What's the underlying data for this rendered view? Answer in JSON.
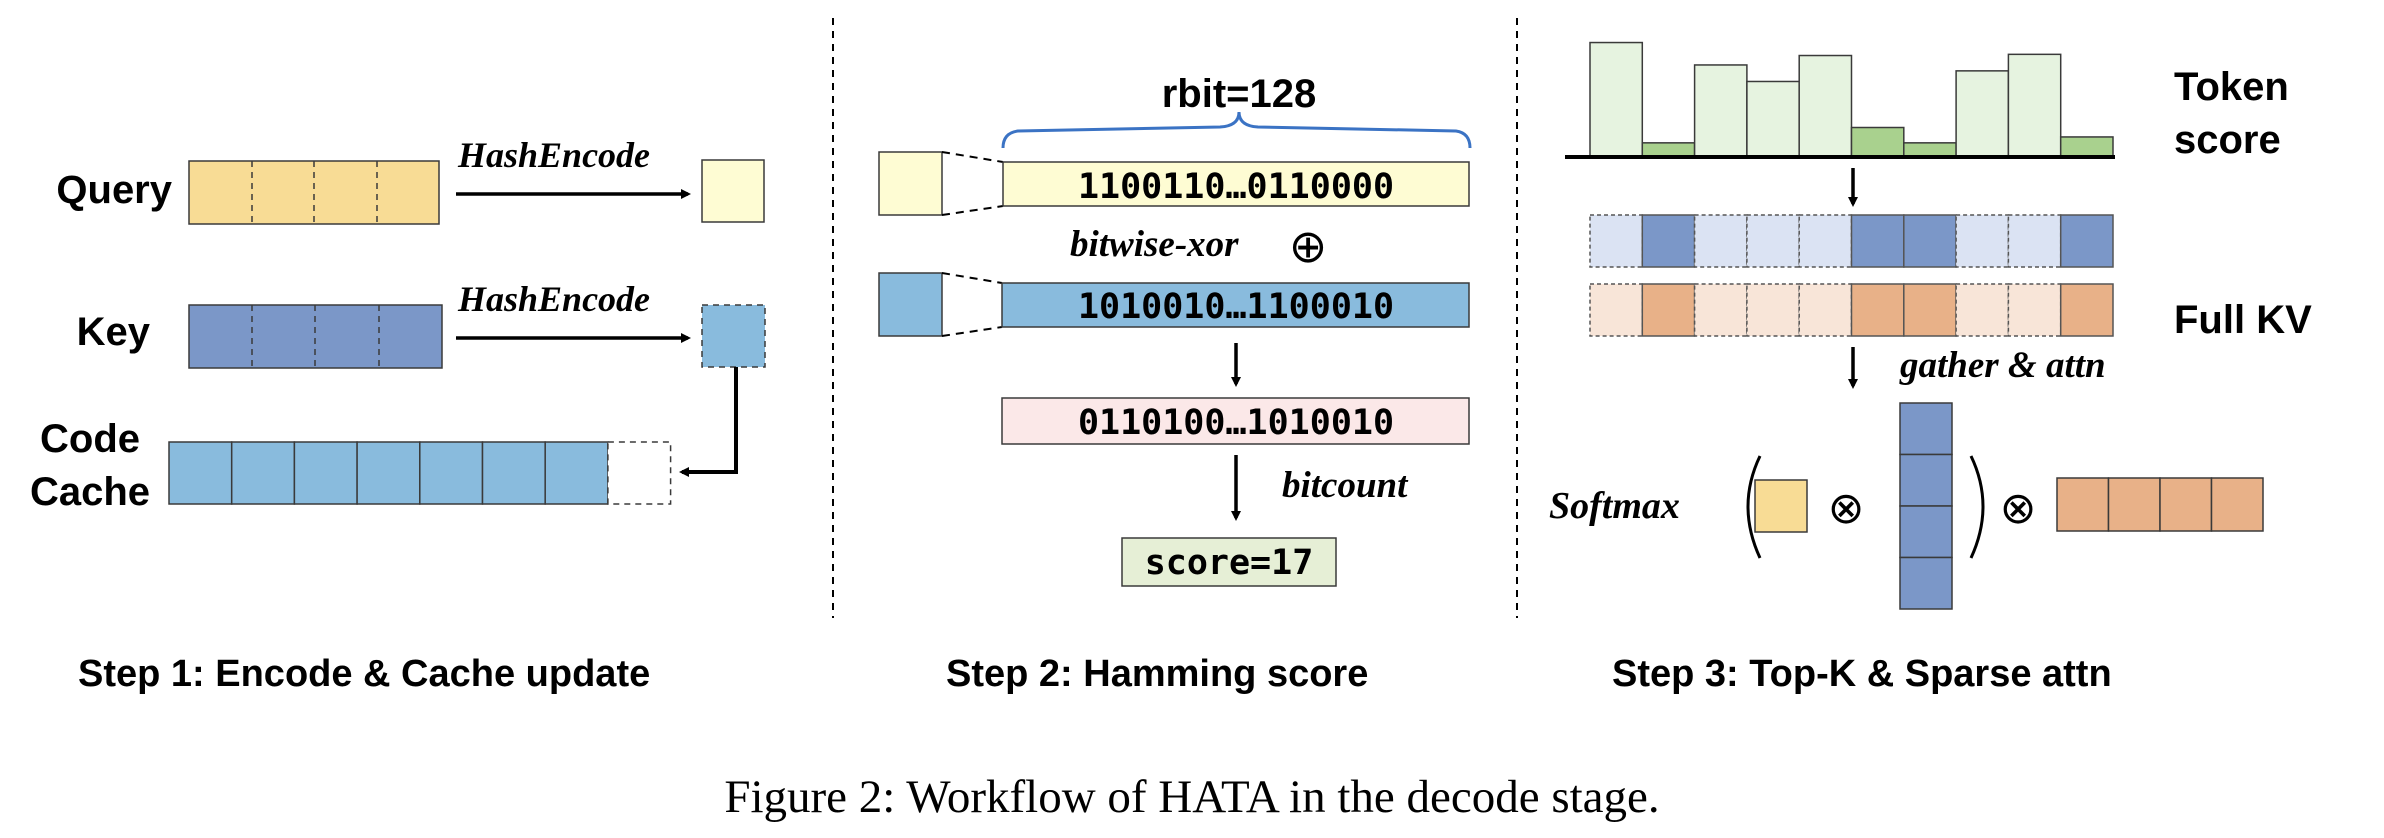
{
  "step1": {
    "query_label": "Query",
    "key_label": "Key",
    "code_cache_label_line1": "Code",
    "code_cache_label_line2": "Cache",
    "hash_encode_query": "HashEncode",
    "hash_encode_key": "HashEncode",
    "title": "Step 1: Encode & Cache update"
  },
  "step2": {
    "rbit_label": "rbit=128",
    "query_bits": "1100110…0110000",
    "xor_label": "bitwise-xor",
    "xor_symbol": "⊕",
    "key_bits": "1010010…1100010",
    "result_bits": "0110100…1010010",
    "bitcount_label": "bitcount",
    "score_label": "score=17",
    "title": "Step 2: Hamming score"
  },
  "step3": {
    "token_score_line1": "Token",
    "token_score_line2": "score",
    "token_scores": [
      0.97,
      0.12,
      0.78,
      0.64,
      0.86,
      0.25,
      0.12,
      0.73,
      0.87,
      0.17
    ],
    "selected": [
      false,
      true,
      false,
      false,
      false,
      true,
      true,
      false,
      false,
      true
    ],
    "full_kv_label": "Full KV",
    "gather_label": "gather & attn",
    "softmax_label": "Softmax",
    "otimes_symbol": "⊗",
    "title": "Step 3: Top-K & Sparse attn"
  },
  "caption": "Figure 2: Workflow of HATA in the decode stage.",
  "colors": {
    "query": "#f8dc95",
    "query_hash": "#fefcd3",
    "key": "#7b97c8",
    "key_hash": "#89bbdd",
    "code_cache": "#89bbdd",
    "xor_result": "#fbe8e8",
    "score_box": "#e6efd6",
    "bar_green_light": "#e6f3e0",
    "bar_green_dark": "#a9d18e",
    "key_light": "#dbe3f3",
    "kv_orange": "#e8b188",
    "kv_orange_light": "#f8e5d8"
  }
}
